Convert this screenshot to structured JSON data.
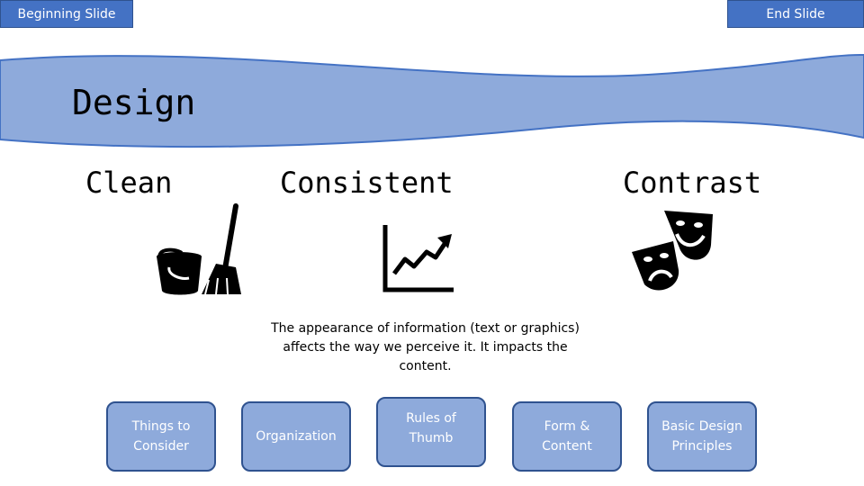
{
  "nav": {
    "beginning_label": "Beginning Slide",
    "end_label": "End Slide"
  },
  "banner": {
    "title": "Design"
  },
  "headings": {
    "clean": "Clean",
    "consistent": "Consistent",
    "contrast": "Contrast"
  },
  "icons": {
    "clean": "bucket-mop-icon",
    "consistent": "line-chart-icon",
    "contrast": "theater-masks-icon"
  },
  "description": "The appearance of information (text or graphics) affects the way we perceive it. It impacts the content.",
  "tiles": [
    {
      "label": "Things to\nConsider"
    },
    {
      "label": "Organization"
    },
    {
      "label": "Rules of\nThumb"
    },
    {
      "label": "Form &\nContent"
    },
    {
      "label": "Basic Design\nPrinciples"
    }
  ],
  "colors": {
    "nav_button": "#4472c4",
    "banner_fill": "#8eaadb",
    "tile_fill": "#8eaadb",
    "tile_border": "#2f528f"
  }
}
